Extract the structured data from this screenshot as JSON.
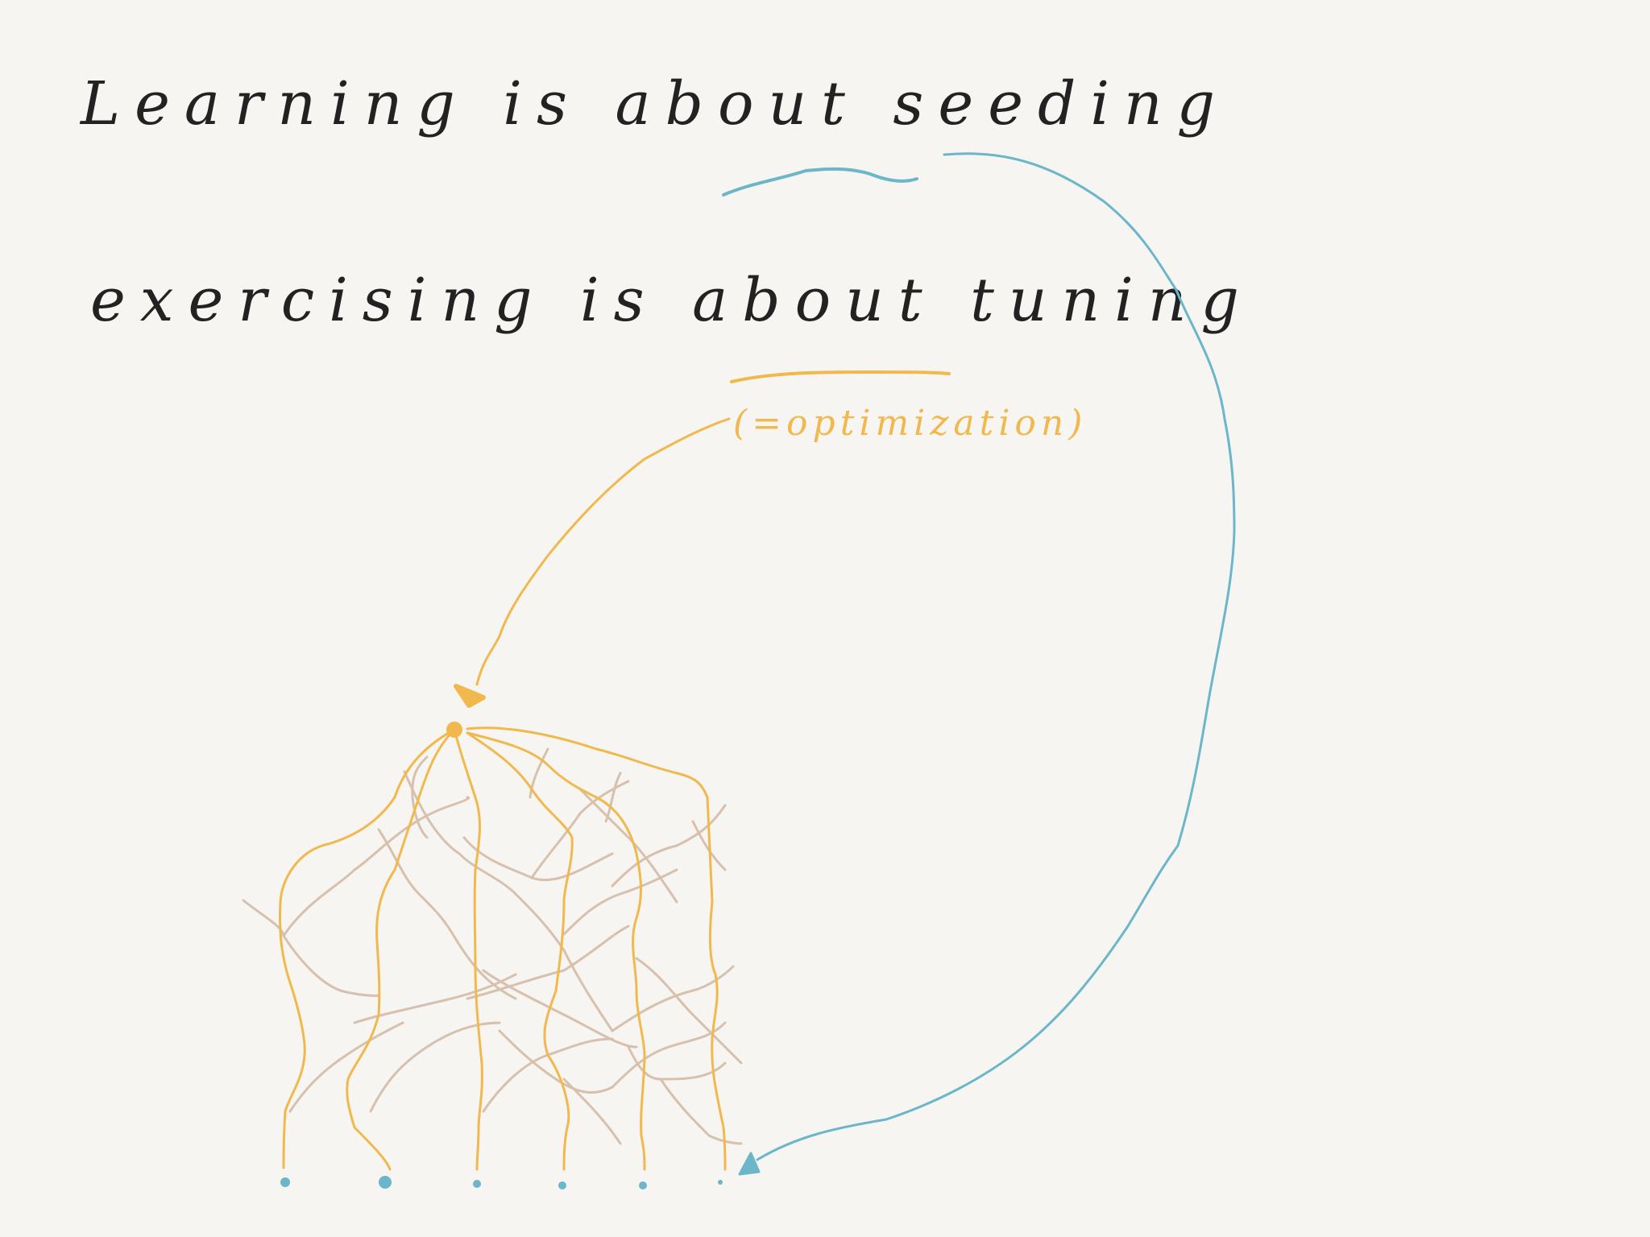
{
  "notes": {
    "line1": "Learning is about seeding",
    "line2": "exercising is about tuning",
    "annotation": "(=optimization)"
  },
  "colors": {
    "background": "#f6f5f2",
    "ink": "#222222",
    "seeding_accent": "#6bb6c9",
    "tuning_accent": "#f1b94d",
    "network_lines": "#d7c1ad"
  }
}
